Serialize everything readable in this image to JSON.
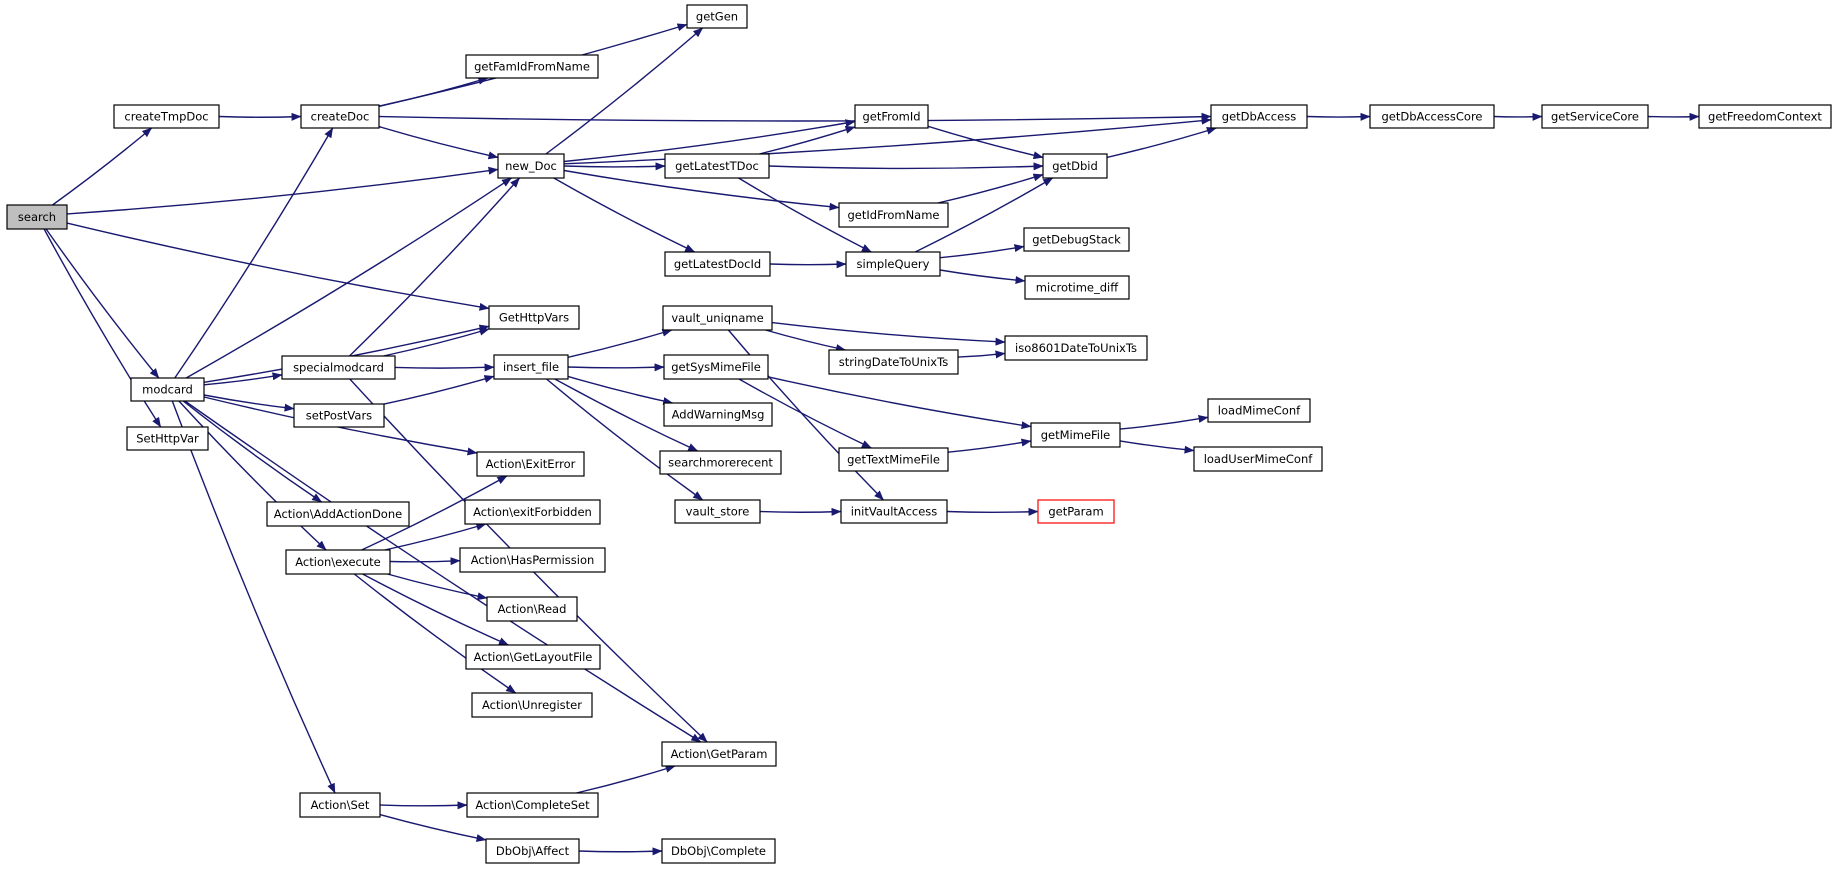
{
  "diagram": {
    "edge_color": "#191970",
    "root_fill": "#bfbfbf",
    "highlight_stroke": "#ff0000",
    "nodes": [
      {
        "id": "search",
        "label": "search",
        "root": true
      },
      {
        "id": "createTmpDoc",
        "label": "createTmpDoc"
      },
      {
        "id": "createDoc",
        "label": "createDoc"
      },
      {
        "id": "getFamIdFromName",
        "label": "getFamIdFromName"
      },
      {
        "id": "getGen",
        "label": "getGen"
      },
      {
        "id": "new_Doc",
        "label": "new_Doc"
      },
      {
        "id": "getDbAccess",
        "label": "getDbAccess"
      },
      {
        "id": "getDbAccessCore",
        "label": "getDbAccessCore"
      },
      {
        "id": "getServiceCore",
        "label": "getServiceCore"
      },
      {
        "id": "getFreedomContext",
        "label": "getFreedomContext"
      },
      {
        "id": "getFromId",
        "label": "getFromId"
      },
      {
        "id": "getLatestTDoc",
        "label": "getLatestTDoc"
      },
      {
        "id": "getDbid",
        "label": "getDbid"
      },
      {
        "id": "getIdFromName",
        "label": "getIdFromName"
      },
      {
        "id": "simpleQuery",
        "label": "simpleQuery"
      },
      {
        "id": "getDebugStack",
        "label": "getDebugStack"
      },
      {
        "id": "microtime_diff",
        "label": "microtime_diff"
      },
      {
        "id": "getLatestDocId",
        "label": "getLatestDocId"
      },
      {
        "id": "GetHttpVars",
        "label": "GetHttpVars"
      },
      {
        "id": "vault_uniqname",
        "label": "vault_uniqname"
      },
      {
        "id": "stringDateToUnixTs",
        "label": "stringDateToUnixTs"
      },
      {
        "id": "iso8601DateToUnixTs",
        "label": "iso8601DateToUnixTs"
      },
      {
        "id": "modcard",
        "label": "modcard"
      },
      {
        "id": "specialmodcard",
        "label": "specialmodcard"
      },
      {
        "id": "insert_file",
        "label": "insert_file"
      },
      {
        "id": "getSysMimeFile",
        "label": "getSysMimeFile"
      },
      {
        "id": "SetHttpVar",
        "label": "SetHttpVar"
      },
      {
        "id": "setPostVars",
        "label": "setPostVars"
      },
      {
        "id": "AddWarningMsg",
        "label": "AddWarningMsg"
      },
      {
        "id": "loadMimeConf",
        "label": "loadMimeConf"
      },
      {
        "id": "getMimeFile",
        "label": "getMimeFile"
      },
      {
        "id": "getTextMimeFile",
        "label": "getTextMimeFile"
      },
      {
        "id": "loadUserMimeConf",
        "label": "loadUserMimeConf"
      },
      {
        "id": "searchmorerecent",
        "label": "searchmorerecent"
      },
      {
        "id": "ActionExitError",
        "label": "Action\\ExitError"
      },
      {
        "id": "ActionAddActionDone",
        "label": "Action\\AddActionDone"
      },
      {
        "id": "ActionexitForbidden",
        "label": "Action\\exitForbidden"
      },
      {
        "id": "vault_store",
        "label": "vault_store"
      },
      {
        "id": "initVaultAccess",
        "label": "initVaultAccess"
      },
      {
        "id": "getParam",
        "label": "getParam",
        "highlight": true
      },
      {
        "id": "Actionexecute",
        "label": "Action\\execute"
      },
      {
        "id": "ActionHasPermission",
        "label": "Action\\HasPermission"
      },
      {
        "id": "ActionRead",
        "label": "Action\\Read"
      },
      {
        "id": "ActionGetLayoutFile",
        "label": "Action\\GetLayoutFile"
      },
      {
        "id": "ActionUnregister",
        "label": "Action\\Unregister"
      },
      {
        "id": "ActionGetParam",
        "label": "Action\\GetParam"
      },
      {
        "id": "ActionSet",
        "label": "Action\\Set"
      },
      {
        "id": "ActionCompleteSet",
        "label": "Action\\CompleteSet"
      },
      {
        "id": "DbObjAffect",
        "label": "DbObj\\Affect"
      },
      {
        "id": "DbObjComplete",
        "label": "DbObj\\Complete"
      }
    ],
    "edges": [
      [
        "search",
        "createTmpDoc"
      ],
      [
        "search",
        "new_Doc"
      ],
      [
        "search",
        "GetHttpVars"
      ],
      [
        "search",
        "modcard"
      ],
      [
        "search",
        "SetHttpVar"
      ],
      [
        "createTmpDoc",
        "createDoc"
      ],
      [
        "createDoc",
        "getFamIdFromName"
      ],
      [
        "createDoc",
        "getGen"
      ],
      [
        "createDoc",
        "new_Doc"
      ],
      [
        "createDoc",
        "getDbAccess"
      ],
      [
        "new_Doc",
        "getGen"
      ],
      [
        "new_Doc",
        "getFromId"
      ],
      [
        "new_Doc",
        "getLatestTDoc"
      ],
      [
        "new_Doc",
        "getIdFromName"
      ],
      [
        "new_Doc",
        "getLatestDocId"
      ],
      [
        "new_Doc",
        "getDbAccess"
      ],
      [
        "getDbAccess",
        "getDbAccessCore"
      ],
      [
        "getDbAccessCore",
        "getServiceCore"
      ],
      [
        "getServiceCore",
        "getFreedomContext"
      ],
      [
        "getFromId",
        "getDbid"
      ],
      [
        "getLatestTDoc",
        "getFromId"
      ],
      [
        "getLatestTDoc",
        "getDbid"
      ],
      [
        "getLatestTDoc",
        "simpleQuery"
      ],
      [
        "getDbid",
        "getDbAccess"
      ],
      [
        "getIdFromName",
        "getDbid"
      ],
      [
        "simpleQuery",
        "getDbid"
      ],
      [
        "simpleQuery",
        "getDebugStack"
      ],
      [
        "simpleQuery",
        "microtime_diff"
      ],
      [
        "getLatestDocId",
        "simpleQuery"
      ],
      [
        "modcard",
        "createDoc"
      ],
      [
        "modcard",
        "new_Doc"
      ],
      [
        "modcard",
        "GetHttpVars"
      ],
      [
        "modcard",
        "specialmodcard"
      ],
      [
        "modcard",
        "setPostVars"
      ],
      [
        "modcard",
        "ActionExitError"
      ],
      [
        "modcard",
        "ActionAddActionDone"
      ],
      [
        "modcard",
        "Actionexecute"
      ],
      [
        "modcard",
        "ActionGetParam"
      ],
      [
        "modcard",
        "ActionSet"
      ],
      [
        "specialmodcard",
        "new_Doc"
      ],
      [
        "specialmodcard",
        "GetHttpVars"
      ],
      [
        "specialmodcard",
        "insert_file"
      ],
      [
        "specialmodcard",
        "ActionGetParam"
      ],
      [
        "setPostVars",
        "insert_file"
      ],
      [
        "insert_file",
        "vault_uniqname"
      ],
      [
        "insert_file",
        "getSysMimeFile"
      ],
      [
        "insert_file",
        "AddWarningMsg"
      ],
      [
        "insert_file",
        "searchmorerecent"
      ],
      [
        "insert_file",
        "vault_store"
      ],
      [
        "vault_uniqname",
        "stringDateToUnixTs"
      ],
      [
        "vault_uniqname",
        "iso8601DateToUnixTs"
      ],
      [
        "vault_uniqname",
        "initVaultAccess"
      ],
      [
        "stringDateToUnixTs",
        "iso8601DateToUnixTs"
      ],
      [
        "getSysMimeFile",
        "getMimeFile"
      ],
      [
        "getSysMimeFile",
        "getTextMimeFile"
      ],
      [
        "getTextMimeFile",
        "getMimeFile"
      ],
      [
        "getMimeFile",
        "loadMimeConf"
      ],
      [
        "getMimeFile",
        "loadUserMimeConf"
      ],
      [
        "vault_store",
        "initVaultAccess"
      ],
      [
        "initVaultAccess",
        "getParam"
      ],
      [
        "Actionexecute",
        "ActionExitError"
      ],
      [
        "Actionexecute",
        "ActionexitForbidden"
      ],
      [
        "Actionexecute",
        "ActionHasPermission"
      ],
      [
        "Actionexecute",
        "ActionRead"
      ],
      [
        "Actionexecute",
        "ActionGetLayoutFile"
      ],
      [
        "Actionexecute",
        "ActionUnregister"
      ],
      [
        "ActionSet",
        "ActionCompleteSet"
      ],
      [
        "ActionSet",
        "DbObjAffect"
      ],
      [
        "ActionCompleteSet",
        "ActionGetParam"
      ],
      [
        "DbObjAffect",
        "DbObjComplete"
      ]
    ]
  }
}
